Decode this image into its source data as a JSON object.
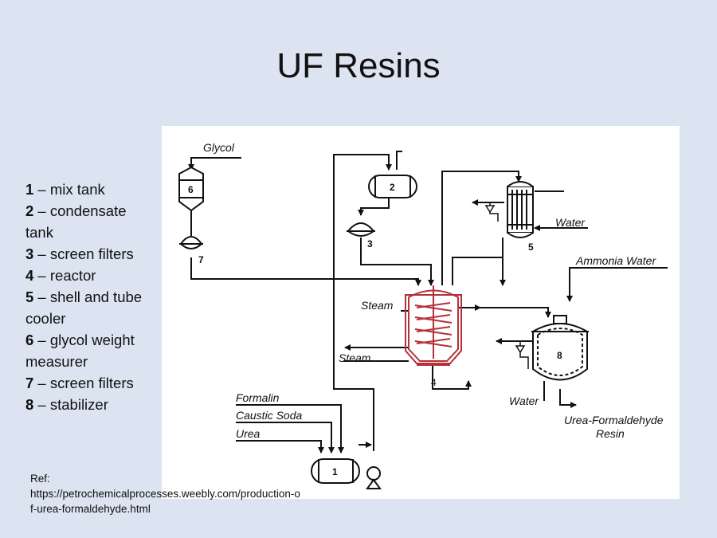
{
  "title": "UF Resins",
  "legend": [
    {
      "num": "1",
      "text": " – mix tank"
    },
    {
      "num": "2",
      "text": " – condensate tank"
    },
    {
      "num": "3",
      "text": " – screen filters"
    },
    {
      "num": "4",
      "text": " – reactor"
    },
    {
      "num": "5",
      "text": " – shell and tube cooler"
    },
    {
      "num": "6",
      "text": " – glycol weight measurer"
    },
    {
      "num": "7",
      "text": " – screen filters"
    },
    {
      "num": "8",
      "text": " – stabilizer"
    }
  ],
  "reference": {
    "label": "Ref:",
    "url": "https://petrochemicalprocesses.weebly.com/production-of-urea-formaldehyde.html"
  },
  "diagram": {
    "labels": {
      "glycol": "Glycol",
      "water_top": "Water",
      "ammonia_water": "Ammonia Water",
      "steam_top": "Steam",
      "steam_bottom": "Steam",
      "water_bottom": "Water",
      "formalin": "Formalin",
      "caustic_soda": "Caustic Soda",
      "urea": "Urea",
      "product_line1": "Urea-Formaldehyde",
      "product_line2": "Resin"
    },
    "units": [
      "1",
      "2",
      "3",
      "4",
      "5",
      "6",
      "7",
      "8"
    ],
    "colors": {
      "line": "#111111",
      "reactor": "#b5313a"
    }
  }
}
